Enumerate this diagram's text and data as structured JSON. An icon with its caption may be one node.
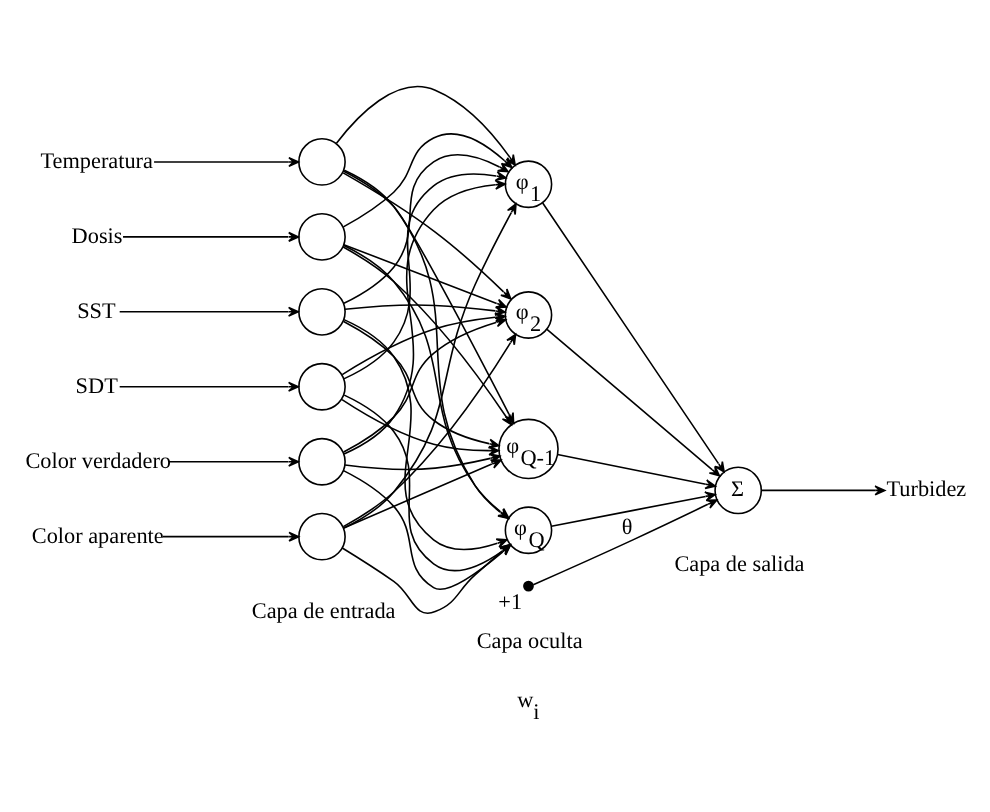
{
  "diagram": {
    "nodes": [
      {
        "text": [
          "Temperatura"
        ]
      },
      {
        "text": [
          "Dosis"
        ]
      },
      {
        "text": [
          "SST"
        ]
      },
      {
        "text": [
          "SDT"
        ]
      },
      {
        "text": [
          "Color verdadero"
        ]
      },
      {
        "text": [
          "Color aparente"
        ]
      },
      {
        "text": [],
        "shape": "circle"
      },
      {
        "text": [],
        "shape": "circle"
      },
      {
        "text": [],
        "shape": "circle"
      },
      {
        "text": [],
        "shape": "circle"
      },
      {
        "text": [],
        "shape": "circle"
      },
      {
        "text": [],
        "shape": "circle"
      },
      {
        "text": [
          "φ$_{1}$"
        ]
      },
      {
        "text": [
          "φ$_{2}$"
        ]
      },
      {
        "text": [
          "φ$_{Q-1}$"
        ]
      },
      {
        "text": [
          "φ$_{Q}$"
        ]
      },
      {
        "text": [
          "Σ"
        ]
      },
      {
        "text": [
          "Turbidez"
        ]
      },
      {
        "text": [
          "+1"
        ]
      }
    ],
    "edges": [
      {
        "from": 0,
        "to": 6,
        "arrow": "to"
      },
      {
        "from": 1,
        "to": 7,
        "arrow": "to"
      },
      {
        "from": 2,
        "to": 8,
        "arrow": "to"
      },
      {
        "from": 3,
        "to": 9,
        "arrow": "to"
      },
      {
        "from": 4,
        "to": 10,
        "arrow": "to"
      },
      {
        "from": 5,
        "to": 11,
        "arrow": "to"
      },
      {
        "from": 6,
        "to": 12,
        "arrow": "to"
      },
      {
        "from": 6,
        "to": 13,
        "arrow": "to"
      },
      {
        "from": 6,
        "to": 14,
        "arrow": "to"
      },
      {
        "from": 6,
        "to": 15,
        "arrow": "to"
      },
      {
        "from": 7,
        "to": 12,
        "arrow": "to"
      },
      {
        "from": 7,
        "to": 13,
        "arrow": "to"
      },
      {
        "from": 7,
        "to": 14,
        "arrow": "to"
      },
      {
        "from": 7,
        "to": 15,
        "arrow": "to"
      },
      {
        "from": 8,
        "to": 12,
        "arrow": "to"
      },
      {
        "from": 8,
        "to": 13,
        "arrow": "to"
      },
      {
        "from": 8,
        "to": 14,
        "arrow": "to"
      },
      {
        "from": 8,
        "to": 15,
        "arrow": "to"
      },
      {
        "from": 9,
        "to": 12,
        "arrow": "to"
      },
      {
        "from": 9,
        "to": 13,
        "arrow": "to"
      },
      {
        "from": 9,
        "to": 14,
        "arrow": "to"
      },
      {
        "from": 9,
        "to": 15,
        "arrow": "to"
      },
      {
        "from": 10,
        "to": 12,
        "arrow": "to"
      },
      {
        "from": 10,
        "to": 13,
        "arrow": "to"
      },
      {
        "from": 10,
        "to": 14,
        "arrow": "to"
      },
      {
        "from": 10,
        "to": 15,
        "arrow": "to"
      },
      {
        "from": 11,
        "to": 12,
        "arrow": "to"
      },
      {
        "from": 11,
        "to": 13,
        "arrow": "to"
      },
      {
        "from": 11,
        "to": 14,
        "arrow": "to"
      },
      {
        "from": 11,
        "to": 15,
        "arrow": "to"
      },
      {
        "from": 12,
        "to": 16,
        "arrow": "to"
      },
      {
        "from": 13,
        "to": 16,
        "arrow": "to"
      },
      {
        "from": 14,
        "to": 16,
        "arrow": "to"
      },
      {
        "from": 15,
        "to": 16,
        "arrow": "to"
      },
      {
        "from": 18,
        "to": 16,
        "arrow": "to",
        "label": "θ"
      },
      {
        "from": 16,
        "to": 17,
        "arrow": "to"
      }
    ],
    "labels": [
      "w$_{i}$",
      "Capa de entrada",
      "Capa oculta",
      "Capa de salida"
    ]
  }
}
